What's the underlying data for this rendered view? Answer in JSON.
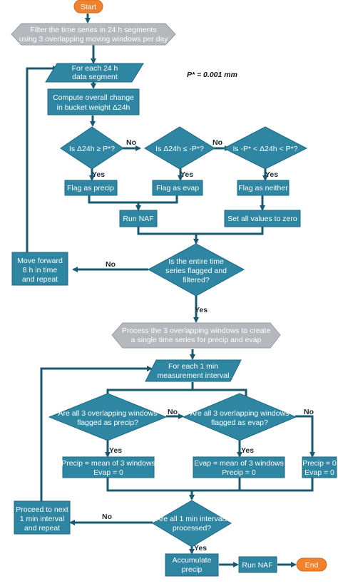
{
  "start": "Start",
  "end": "End",
  "constant": "P* = 0.001 mm",
  "filter_step": [
    "Filter the time series in 24 h segments",
    "using 3 overlapping moving windows per day"
  ],
  "segment_loop": [
    "For each 24 h",
    "data segment"
  ],
  "compute": [
    "Compute overall change",
    "in bucket weight Δ24h"
  ],
  "decision_precip": "Is Δ24h ≥ P*?",
  "decision_evap": "Is Δ24h ≤ -P*?",
  "decision_neither": "Is -P* < Δ24h < P*?",
  "flag_precip": "Flag as precip",
  "flag_evap": "Flag as evap",
  "flag_neither": "Flag as neither",
  "run_naf": "Run NAF",
  "set_zero": "Set all values to zero",
  "decision_filtered": [
    "Is the entire time",
    "series flagged and",
    "filtered?"
  ],
  "move_forward": [
    "Move forward",
    "8 h in time",
    "and repeat"
  ],
  "process_windows": [
    "Process the 3 overlapping windows to create",
    "a single time series for precip and evap"
  ],
  "interval_loop": [
    "For each 1 min",
    "measurement interval"
  ],
  "decision_all_precip": [
    "Are all 3 overlapping windows",
    "flagged as precip?"
  ],
  "decision_all_evap": [
    "Are all 3 overlapping windows",
    "flagged as evap?"
  ],
  "precip_mean": [
    "Precip = mean of 3 windows",
    "Evap = 0"
  ],
  "evap_mean": [
    "Evap = mean of 3 windows",
    "Precip = 0"
  ],
  "both_zero": [
    "Precip = 0",
    "Evap = 0"
  ],
  "decision_intervals": [
    "Are all 1 min intervals",
    "processed?"
  ],
  "proceed_next": [
    "Proceed to next",
    "1 min interval",
    "and repeat"
  ],
  "accumulate": [
    "Accumulate",
    "precip"
  ],
  "run_naf_final": "Run NAF",
  "edge_labels": {
    "yes": "Yes",
    "no": "No"
  },
  "colors": {
    "process": "#2e86a3",
    "terminal": "#f0822e",
    "grey": "#b5b8bc",
    "connector": "#1a5a70"
  }
}
